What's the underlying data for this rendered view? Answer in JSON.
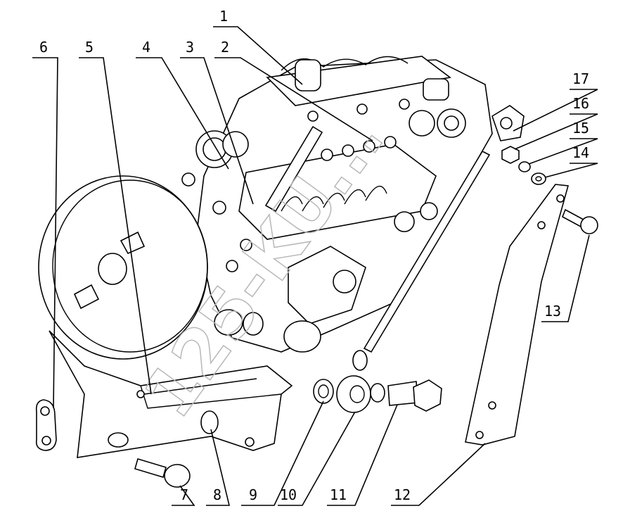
{
  "diagram": {
    "callouts": [
      {
        "id": "1",
        "label": "1"
      },
      {
        "id": "2",
        "label": "2"
      },
      {
        "id": "3",
        "label": "3"
      },
      {
        "id": "4",
        "label": "4"
      },
      {
        "id": "5",
        "label": "5"
      },
      {
        "id": "6",
        "label": "6"
      },
      {
        "id": "7",
        "label": "7"
      },
      {
        "id": "8",
        "label": "8"
      },
      {
        "id": "9",
        "label": "9"
      },
      {
        "id": "10",
        "label": "10"
      },
      {
        "id": "11",
        "label": "11"
      },
      {
        "id": "12",
        "label": "12"
      },
      {
        "id": "13",
        "label": "13"
      },
      {
        "id": "14",
        "label": "14"
      },
      {
        "id": "15",
        "label": "15"
      },
      {
        "id": "16",
        "label": "16"
      },
      {
        "id": "17",
        "label": "17"
      }
    ],
    "watermark": "125-KU..."
  }
}
